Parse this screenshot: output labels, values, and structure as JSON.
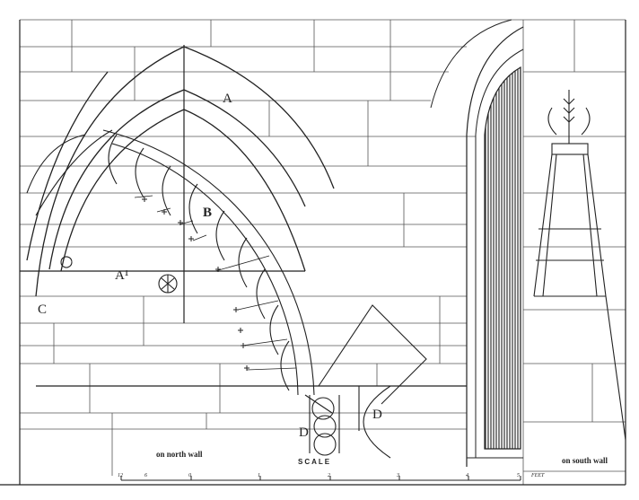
{
  "labels": {
    "a": "A",
    "a1": "A¹",
    "b": "B",
    "c": "C",
    "d1": "D",
    "d2": "D"
  },
  "captions": {
    "north": "on north wall",
    "south": "on south wall"
  },
  "scale": {
    "title": "SCALE",
    "ticks": [
      "12",
      "6",
      "0",
      "1",
      "2",
      "3",
      "4",
      "5"
    ],
    "unit": "FEET"
  }
}
